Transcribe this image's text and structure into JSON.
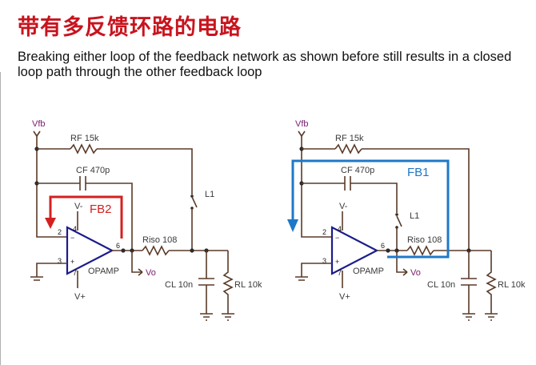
{
  "slide": {
    "title": "带有多反馈环路的电路",
    "body_line1": "Breaking either loop of the feedback network as shown before still results in a closed",
    "body_line2": "loop path through the other feedback loop"
  },
  "circuits": [
    {
      "vfb": "Vfb",
      "rf": "RF 15k",
      "cf": "CF 470p",
      "vminus": "V-",
      "vplus": "V+",
      "riso": "Riso 108",
      "opamp": "OPAMP",
      "vo": "Vo",
      "cl": "CL 10n",
      "rl": "RL 10k",
      "switch": "L1",
      "pin2": "2",
      "pin3": "3",
      "pin4": "4",
      "pin6": "6",
      "pin7": "7",
      "loop_label": "FB2",
      "loop_color": "#d42020"
    },
    {
      "vfb": "Vfb",
      "rf": "RF 15k",
      "cf": "CF 470p",
      "vminus": "V-",
      "vplus": "V+",
      "riso": "Riso 108",
      "opamp": "OPAMP",
      "vo": "Vo",
      "cl": "CL 10n",
      "rl": "RL 10k",
      "switch": "L1",
      "pin2": "2",
      "pin3": "3",
      "pin4": "4",
      "pin6": "6",
      "pin7": "7",
      "loop_label": "FB1",
      "loop_color": "#1e78c8"
    }
  ]
}
